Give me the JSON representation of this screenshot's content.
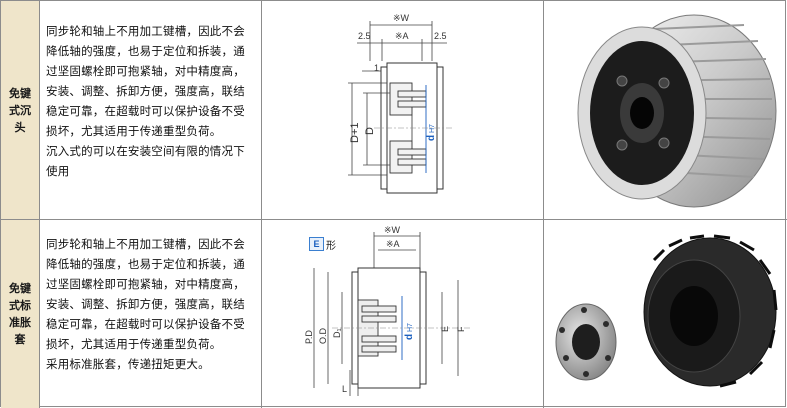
{
  "rows": [
    {
      "label": "免键式沉头",
      "description": [
        "同步轮和轴上不用加工键槽，因此不会降低轴的强度，也易于定位和拆装，通过坚固螺栓即可抱紧轴，对中精度高，安装、调整、拆卸方便，强度高，联结稳定可靠，在超载时可以保护设备不受损坏，尤其适用于传递重型负荷。",
        "沉入式的可以在安装空间有限的情况下使用"
      ],
      "drawing": {
        "dims": {
          "w": "※W",
          "a": "※A",
          "left": "2.5",
          "right": "2.5",
          "one": "1",
          "d1": "D+1",
          "d": "D",
          "bore": "d",
          "tol": "H7"
        }
      },
      "photo": "countersunk-keyless-pulley-photo"
    },
    {
      "label": "免键式标准胀套",
      "description": [
        "同步轮和轴上不用加工键槽，因此不会降低轴的强度，也易于定位和拆装，通过坚固螺栓即可抱紧轴，对中精度高，安装、调整、拆卸方便，强度高，联结稳定可靠，在超载时可以保护设备不受损坏，尤其适用于传递重型负荷。",
        "采用标准胀套，传递扭矩更大。"
      ],
      "drawing": {
        "type_tag": "E",
        "type_text": "形",
        "dims": {
          "w": "※W",
          "a": "※A",
          "pd": "P.D",
          "od": "O.D",
          "d1": "D₁",
          "bore": "d",
          "tol": "H7",
          "e": "E",
          "f": "F",
          "l": "L"
        }
      },
      "photo": "locking-assembly-pulley-photo"
    }
  ]
}
